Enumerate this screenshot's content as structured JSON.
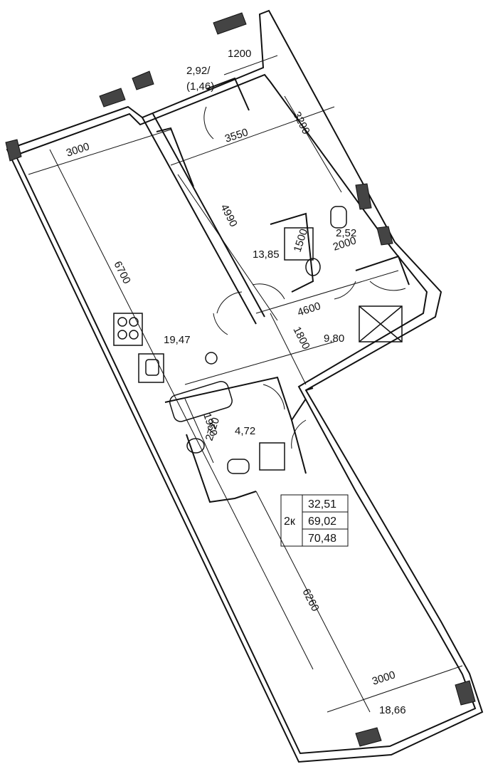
{
  "plan": {
    "balcony": {
      "area": "2,92/",
      "area_reduced": "(1,46)",
      "width": "1200"
    },
    "rooms": {
      "living": {
        "area": "19,47",
        "width": "3000",
        "length": "6700"
      },
      "bedroom_1": {
        "area": "13,85",
        "width": "3550",
        "depth": "3290",
        "length": "4990"
      },
      "bath_small": {
        "area": "2,52",
        "dim_a": "1500",
        "dim_b": "2000"
      },
      "hall": {
        "area": "9,80",
        "dim_a": "4600",
        "dim_b": "1800"
      },
      "bath_main": {
        "area": "4,72",
        "dim_a": "1950",
        "dim_b": "2720"
      },
      "bedroom_2": {
        "area": "18,66",
        "width": "3000",
        "length": "6260"
      }
    },
    "summary": {
      "type": "2к",
      "living_area": "32,51",
      "total_area": "69,02",
      "total_area_with_balcony": "70,48"
    }
  }
}
